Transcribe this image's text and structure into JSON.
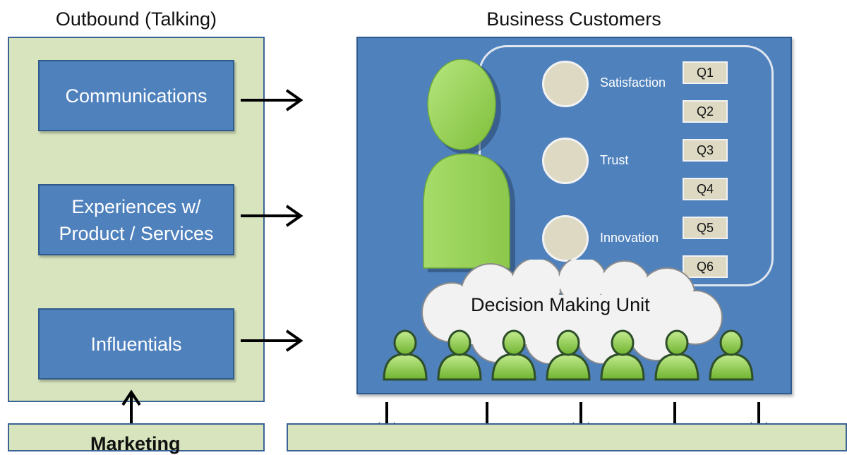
{
  "left": {
    "heading": "Outbound (Talking)",
    "boxes": [
      "Communications",
      "Experiences w/\nProduct / Services",
      "Influentials"
    ]
  },
  "right": {
    "heading": "Business Customers",
    "drivers": [
      "Satisfaction",
      "Trust",
      "Innovation"
    ],
    "questions": [
      "Q1",
      "Q2",
      "Q3",
      "Q4",
      "Q5",
      "Q6"
    ],
    "cloud_label": "Decision Making Unit"
  },
  "bottom": {
    "marketing_label": "Marketing"
  },
  "colors": {
    "panel_green": "#d7e4bd",
    "box_blue": "#4f81bd",
    "person_green": "#92d050",
    "neutral_tan": "#ddd9c3"
  }
}
